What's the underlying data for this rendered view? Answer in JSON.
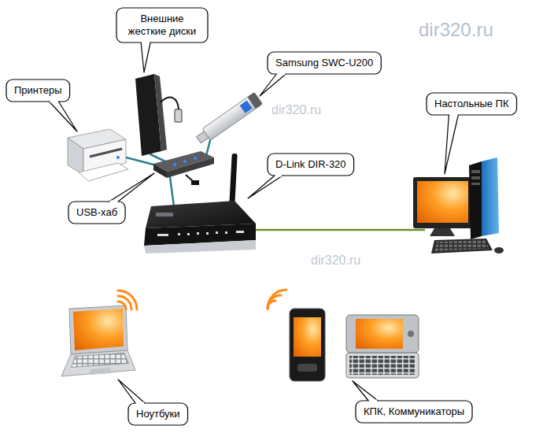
{
  "diagram": {
    "nodes": [
      {
        "text": [
          "Внешние жесткие диски"
        ]
      },
      {
        "text": [
          "Samsung SWC-U200"
        ]
      },
      {
        "text": [
          "Принтеры"
        ]
      },
      {
        "text": [
          "Настольные ПК"
        ]
      },
      {
        "text": [
          "D-Link DIR-320"
        ]
      },
      {
        "text": [
          "USB-хаб"
        ]
      },
      {
        "text": [
          "Ноутбуки"
        ]
      },
      {
        "text": [
          "КПК, Коммуникаторы"
        ]
      }
    ],
    "labels": [
      "dir320.ru",
      "dir320.ru",
      "dir320.ru"
    ]
  }
}
